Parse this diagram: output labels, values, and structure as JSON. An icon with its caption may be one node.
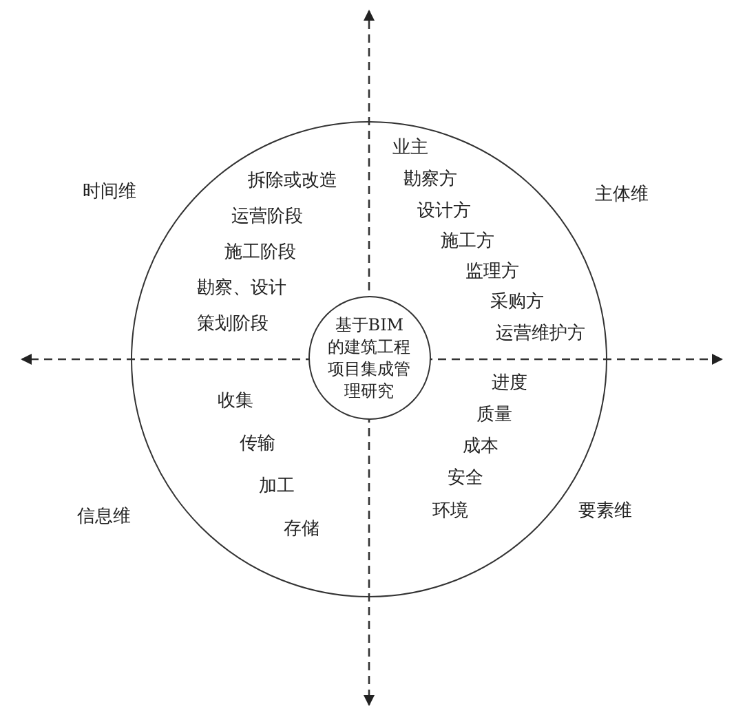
{
  "diagram": {
    "nodes": [
      {
        "text": [],
        "shape": "circle"
      },
      {
        "text": [
          "基于BIM 的建筑工程项目集成管理研究"
        ],
        "in": 0
      }
    ],
    "edges": [],
    "labels": [
      "时间维",
      "拆除或改造",
      "运营阶段",
      "施工阶段",
      "勘察、设计",
      "策划阶段",
      "业主",
      "勘察方",
      "设计方",
      "施工方",
      "监理方",
      "采购方",
      "运营维护方",
      "主体维",
      "收集",
      "传输",
      "加工",
      "存储",
      "信息维",
      "进度",
      "质量",
      "成本",
      "安全",
      "环境",
      "要素维"
    ]
  }
}
